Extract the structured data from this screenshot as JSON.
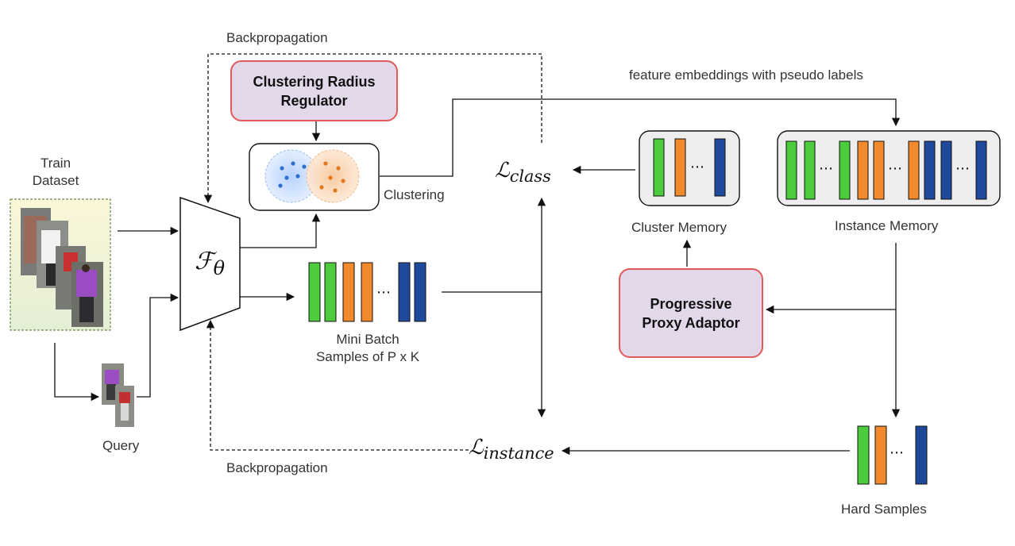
{
  "labels": {
    "backprop_top": "Backpropagation",
    "backprop_bottom": "Backpropagation",
    "train_dataset": [
      "Train",
      "Dataset"
    ],
    "query": "Query",
    "clustering": "Clustering",
    "mini_batch": [
      "Mini Batch",
      "Samples of P x K"
    ],
    "feature_embeddings": "feature embeddings with pseudo labels",
    "cluster_memory": "Cluster Memory",
    "instance_memory": "Instance Memory",
    "hard_samples": "Hard Samples"
  },
  "boxes": {
    "radius_regulator": [
      "Clustering Radius",
      "Regulator"
    ],
    "proxy_adaptor": [
      "Progressive",
      "Proxy Adaptor"
    ]
  },
  "math": {
    "encoder": "ℱθ",
    "l_class": "ℒclass",
    "l_instance": "ℒinstance"
  },
  "dots": "⋯",
  "colors": {
    "green": "#4ccb3c",
    "orange": "#f08a2c",
    "blue": "#1f4a9c",
    "box_fill": "#e3d7ea",
    "box_border": "#e05a5a"
  }
}
